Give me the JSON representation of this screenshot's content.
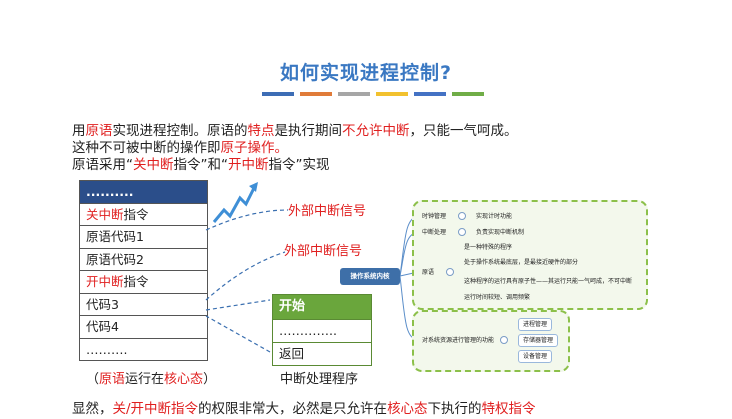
{
  "title": "如何实现进程控制?",
  "stripe_colors": [
    "#3d6db5",
    "#e07b39",
    "#a6a6a6",
    "#f2c12e",
    "#4472c4",
    "#70ad47"
  ],
  "para": {
    "l1": [
      "用",
      "原语",
      "实现进程控制。原语的",
      "特点",
      "是执行期间",
      "不允许中断",
      "，只能一气呵成。"
    ],
    "l2": [
      "这种不可被中断的操作即",
      "原子操作。"
    ],
    "l3": [
      "原语采用“",
      "关中断",
      "指令”和“",
      "开中断",
      "指令”实现"
    ]
  },
  "stack": {
    "head": "..........",
    "rows": [
      {
        "a": "关中断",
        "b": "指令",
        "red": true
      },
      {
        "a": "原语代码1",
        "b": "",
        "red": false
      },
      {
        "a": "原语代码2",
        "b": "",
        "red": false
      },
      {
        "a": "开中断",
        "b": "指令",
        "red": true
      },
      {
        "a": "代码3",
        "b": "",
        "red": false
      },
      {
        "a": "代码4",
        "b": "",
        "red": false
      },
      {
        "a": "……….",
        "b": "",
        "red": false
      }
    ],
    "caption": [
      "（",
      "原语",
      "运行在",
      "核心态",
      "）"
    ]
  },
  "signals": {
    "s1": "外部中断信号",
    "s2": "外部中断信号"
  },
  "isr": {
    "head": "开始",
    "mid": "…………..",
    "ret": "返回",
    "caption": "中断处理程序"
  },
  "mindmap": {
    "root": "操作系统内核",
    "g1": {
      "clock": "时钟管理",
      "clock_desc": "实现计时功能",
      "intr": "中断处理",
      "intr_desc": "负责实现中断机制",
      "prim": "原语",
      "p1": "是一种特殊的程序",
      "p2": "处于操作系统最底层，是最接近硬件的部分",
      "p3": "这种程序的运行具有原子性——其运行只能一气呵成，不可中断",
      "p4": "运行时间较短、调用频繁"
    },
    "g2": {
      "res": "对系统资源进行管理的功能",
      "r1": "进程管理",
      "r2": "存储器管理",
      "r3": "设备管理"
    }
  },
  "footer": [
    "显然，",
    "关/开中断指令",
    "的权限非常大，必然是只允许在",
    "核心态",
    "下执行的",
    "特权指令"
  ]
}
